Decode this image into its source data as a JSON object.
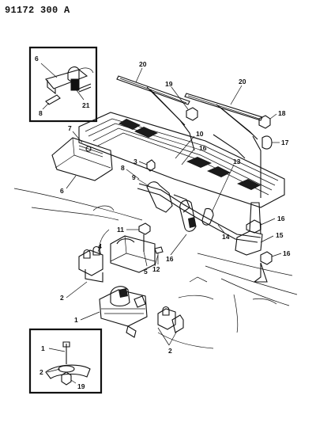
{
  "document": {
    "id": "91172 300 A"
  },
  "callouts": {
    "inset_top_6": "6",
    "inset_top_21": "21",
    "inset_top_8": "8",
    "c20_left": "20",
    "c20_right": "20",
    "c19_top": "19",
    "c18": "18",
    "c17": "17",
    "c7": "7",
    "c6": "6",
    "c3": "3",
    "c10": "10",
    "c16_top": "16",
    "c8": "8",
    "c9": "9",
    "c13": "13",
    "c16_right_top": "16",
    "c11": "11",
    "c14": "14",
    "c15": "15",
    "c16_mid": "16",
    "c16_right_bottom": "16",
    "c4": "4",
    "c12": "12",
    "c5": "5",
    "c2_left": "2",
    "c1": "1",
    "c2_bottom": "2",
    "inset_bottom_1": "1",
    "inset_bottom_2": "2",
    "inset_bottom_19": "19"
  }
}
